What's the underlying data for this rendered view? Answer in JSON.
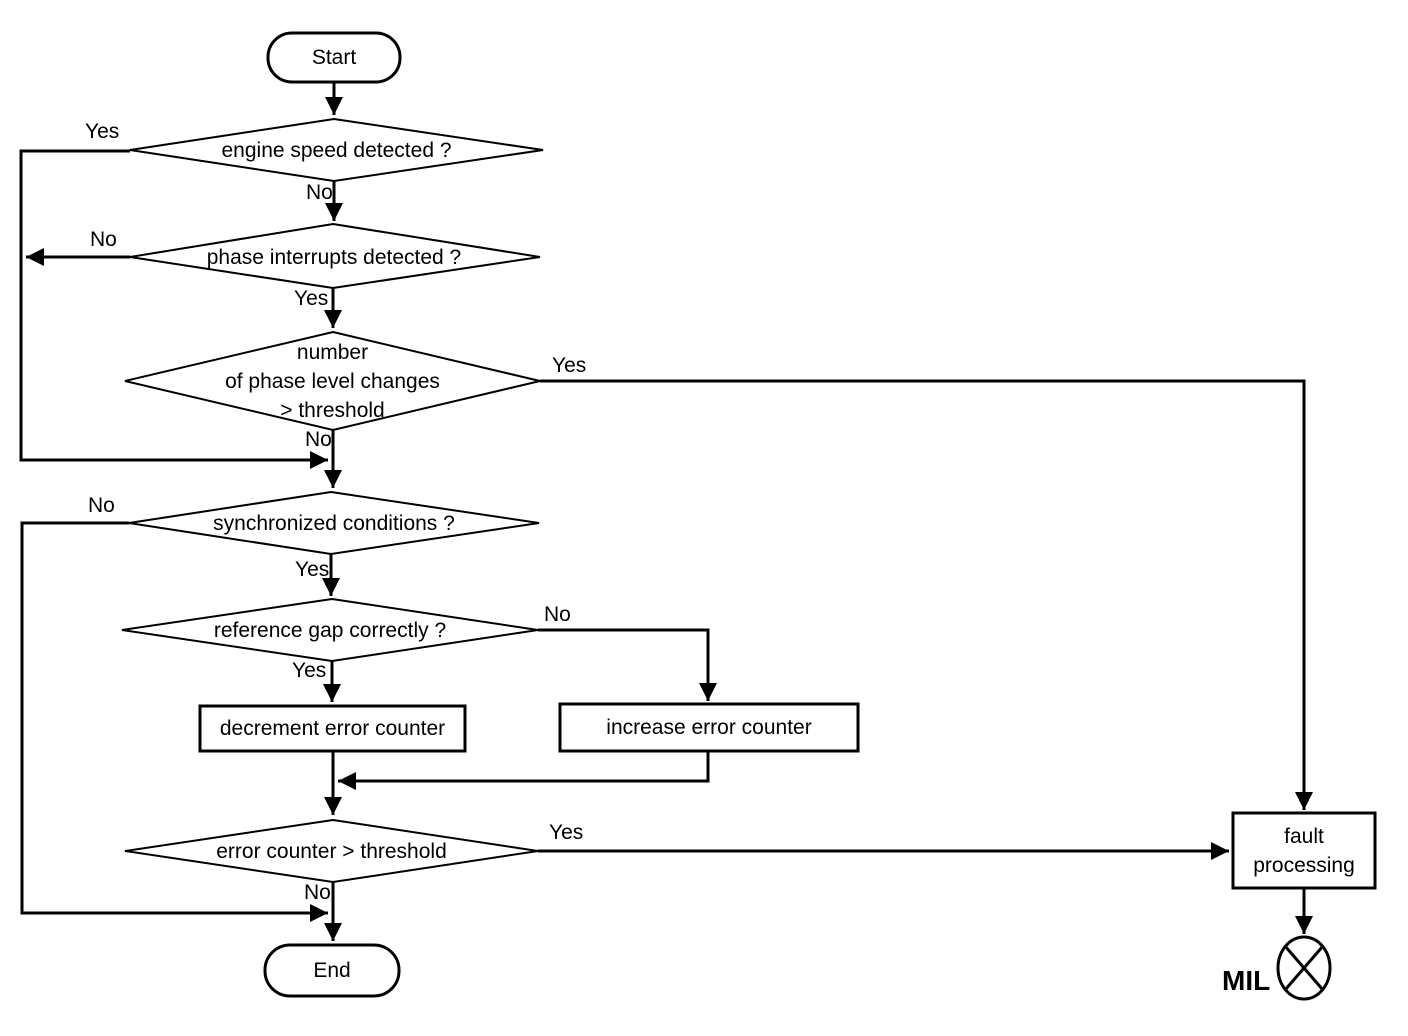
{
  "diagram": {
    "background": "#ffffff",
    "line_color": "#000000",
    "nodes": {
      "start": "Start",
      "engine_speed": "engine speed detected ?",
      "phase_interrupts": "phase interrupts detected ?",
      "phase_level_changes": "number\nof phase level changes\n> threshold",
      "synchronized": "synchronized conditions ?",
      "reference_gap": "reference gap correctly ?",
      "decrement": "decrement error counter",
      "increase": "increase error counter",
      "error_counter": "error counter > threshold",
      "end": "End",
      "fault_processing": "fault\nprocessing",
      "mil": "MIL"
    },
    "edge_labels": {
      "engine_speed_yes": "Yes",
      "engine_speed_no": "No",
      "phase_interrupts_no": "No",
      "phase_interrupts_yes": "Yes",
      "phase_level_changes_yes": "Yes",
      "phase_level_changes_no": "No",
      "synchronized_no": "No",
      "synchronized_yes": "Yes",
      "reference_gap_no": "No",
      "reference_gap_yes": "Yes",
      "error_counter_yes": "Yes",
      "error_counter_no": "No"
    }
  }
}
